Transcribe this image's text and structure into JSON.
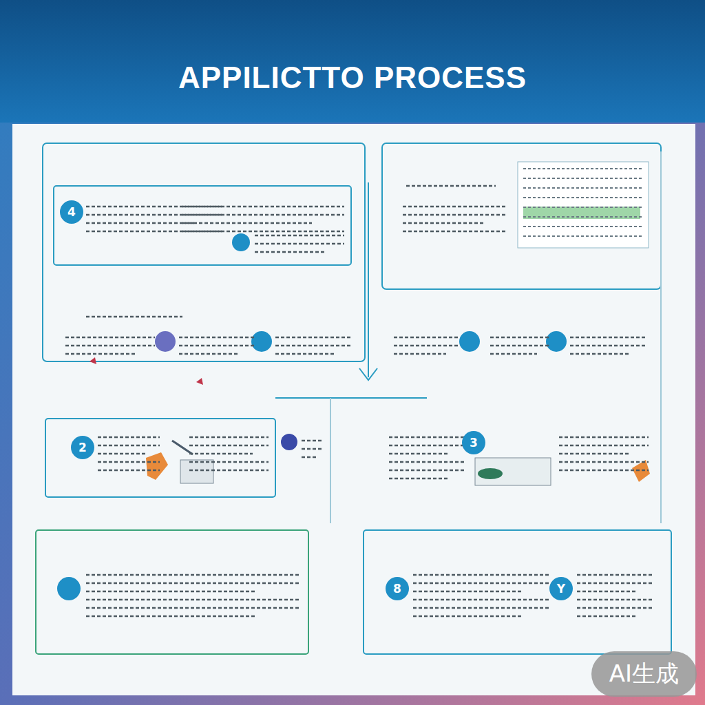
{
  "diagram": {
    "title": "APPILICTTO PROCESS",
    "nodes": [
      {
        "text": [
          "4"
        ]
      },
      {
        "text": [
          "2"
        ]
      },
      {
        "text": [
          "3"
        ]
      },
      {
        "text": [
          "8"
        ]
      },
      {
        "text": [
          "Y"
        ]
      }
    ],
    "labels": [
      "AI生成"
    ]
  }
}
